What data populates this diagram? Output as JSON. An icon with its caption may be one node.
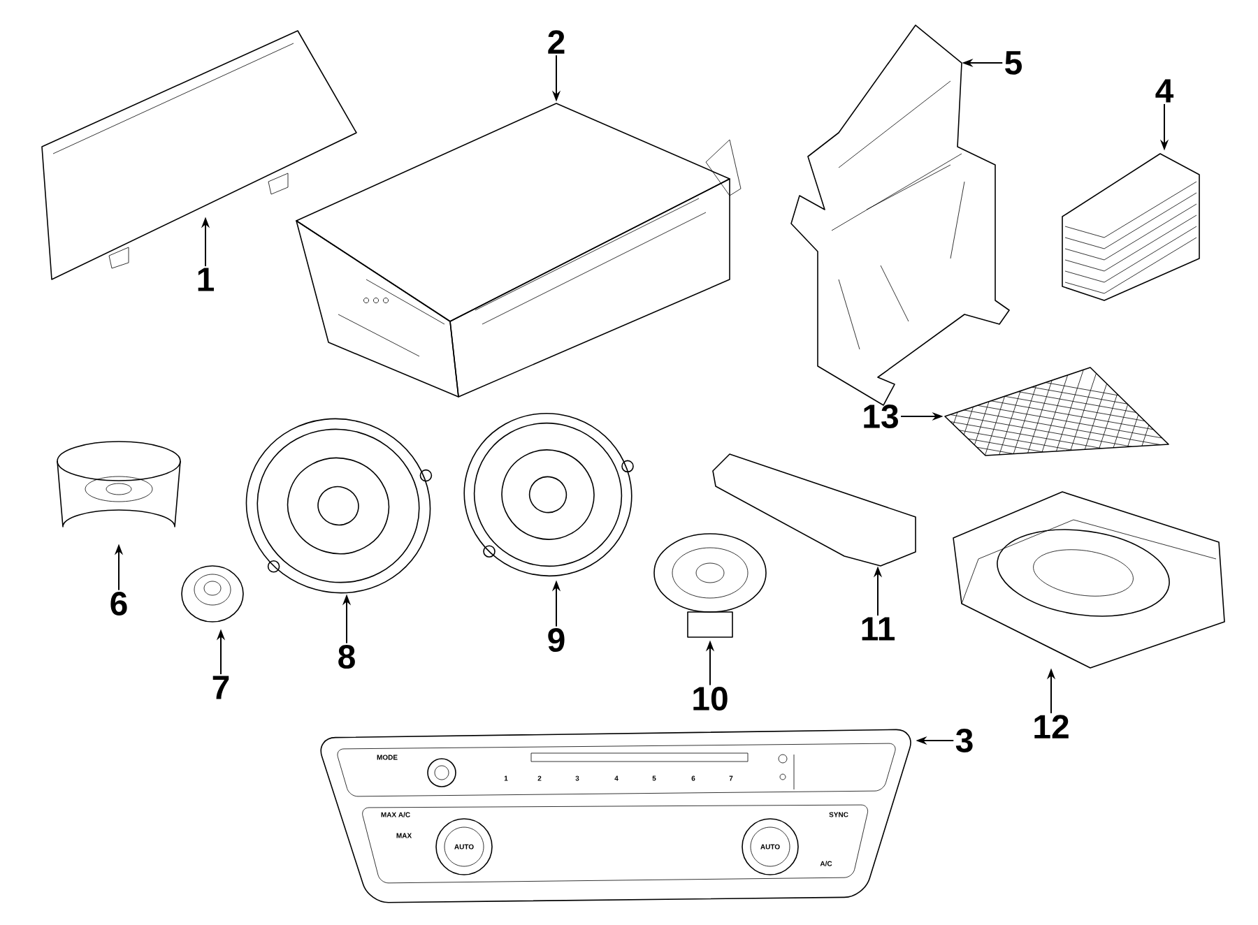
{
  "diagram": {
    "nodes": [
      {
        "text": [
          "1"
        ]
      },
      {
        "text": [],
        "shape": "picture"
      },
      {
        "text": [
          "2"
        ]
      },
      {
        "text": [],
        "shape": "picture"
      },
      {
        "text": [
          "5"
        ]
      },
      {
        "text": [],
        "shape": "picture"
      },
      {
        "text": [
          "4"
        ]
      },
      {
        "text": [],
        "shape": "picture"
      },
      {
        "text": [
          "13"
        ]
      },
      {
        "text": [],
        "shape": "picture"
      },
      {
        "text": [
          "6"
        ]
      },
      {
        "text": [],
        "shape": "picture"
      },
      {
        "text": [
          "8"
        ]
      },
      {
        "text": [],
        "shape": "picture"
      },
      {
        "text": [
          "9"
        ]
      },
      {
        "text": [],
        "shape": "picture"
      },
      {
        "text": [
          "11"
        ]
      },
      {
        "text": [],
        "shape": "picture"
      },
      {
        "text": [
          "7"
        ]
      },
      {
        "text": [],
        "shape": "picture"
      },
      {
        "text": [
          "10"
        ]
      },
      {
        "text": [],
        "shape": "picture"
      },
      {
        "text": [
          "12"
        ]
      },
      {
        "text": [],
        "shape": "picture"
      },
      {
        "text": [
          "3"
        ]
      },
      {
        "text": [],
        "shape": "picture"
      }
    ],
    "edges": [
      {
        "from": 0,
        "to": 1,
        "arrow": "to"
      },
      {
        "from": 2,
        "to": 3,
        "arrow": "to"
      },
      {
        "from": 4,
        "to": 5,
        "arrow": "to"
      },
      {
        "from": 6,
        "to": 7,
        "arrow": "to"
      },
      {
        "from": 8,
        "to": 9,
        "arrow": "to"
      },
      {
        "from": 10,
        "to": 11,
        "arrow": "to"
      },
      {
        "from": 12,
        "to": 13,
        "arrow": "to"
      },
      {
        "from": 14,
        "to": 15,
        "arrow": "to"
      },
      {
        "from": 16,
        "to": 17,
        "arrow": "to"
      },
      {
        "from": 18,
        "to": 19,
        "arrow": "to"
      },
      {
        "from": 20,
        "to": 21,
        "arrow": "to"
      },
      {
        "from": 22,
        "to": 23,
        "arrow": "to"
      },
      {
        "from": 24,
        "to": 25,
        "arrow": "to"
      }
    ],
    "labels": [
      "MODE",
      "1",
      "2",
      "3",
      "4",
      "5",
      "6",
      "7",
      "MAX A/C",
      "MAX",
      "AUTO",
      "AUTO",
      "SYNC",
      "A/C"
    ]
  }
}
